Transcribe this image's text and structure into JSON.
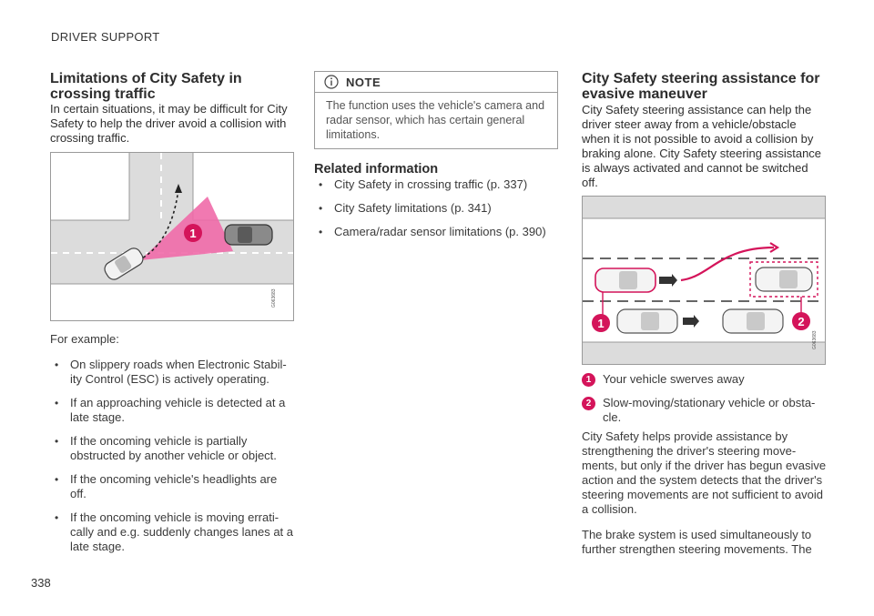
{
  "header": {
    "section": "DRIVER SUPPORT"
  },
  "page": {
    "number": "338"
  },
  "col1": {
    "title": "Limitations of City Safety in crossing traffic",
    "intro": "In certain situations, it may be difficult for City Safety to help the driver avoid a collision with crossing traffic.",
    "figure_code": "G063683",
    "figure_label": "1",
    "example_label": "For example:",
    "bullets": [
      "On slippery roads when Electronic Stabil-ity Control (ESC) is actively operating.",
      "If an approaching vehicle is detected at a late stage.",
      "If the oncoming vehicle is partially obstructed by another vehicle or object.",
      "If the oncoming vehicle's headlights are off.",
      "If the oncoming vehicle is moving errati-cally and e.g. suddenly changes lanes at a late stage."
    ]
  },
  "col2": {
    "note_title": "NOTE",
    "note_body": "The function uses the vehicle's camera and radar sensor, which has certain general limitations.",
    "related_title": "Related information",
    "related": [
      "City Safety in crossing traffic (p. 337)",
      "City Safety limitations (p. 341)",
      "Camera/radar sensor limitations (p. 390)"
    ]
  },
  "col3": {
    "title": "City Safety steering assistance for evasive maneuver",
    "intro": "City Safety steering assistance can help the driver steer away from a vehicle/obstacle when it is not possible to avoid a collision by braking alone. City Safety steering assistance is always activated and cannot be switched off.",
    "figure_code": "G063683",
    "figure_labels": [
      "1",
      "2"
    ],
    "legend": [
      {
        "num": "1",
        "text": "Your vehicle swerves away"
      },
      {
        "num": "2",
        "text": "Slow-moving/stationary vehicle or obsta-cle."
      }
    ],
    "para1": "City Safety helps provide assistance by strengthening the driver's steering move-ments, but only if the driver has begun evasive action and the system detects that the driver's steering movements are not sufficient to avoid a collision.",
    "para2": "The brake system is used simultaneously to further strengthen steering movements. The"
  },
  "colors": {
    "accent": "#d4145a",
    "cone": "#f06aa8",
    "road": "#dcdcdc"
  },
  "icons": {
    "note": "info-circle-icon"
  }
}
